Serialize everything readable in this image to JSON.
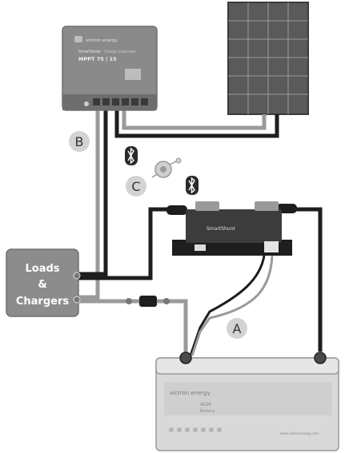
{
  "controller": {
    "brand": "victron energy",
    "model": "MPPT 75 | 15",
    "product_line": "SmartSolar",
    "subtitle": "Charge Controller"
  },
  "loads": {
    "line1": "Loads",
    "line2": "&",
    "line3": "Chargers"
  },
  "labels": {
    "a": "A",
    "b": "B",
    "c": "C"
  },
  "shunt": {
    "name": "SmartShunt"
  },
  "battery": {
    "brand": "victron energy",
    "type_line1": "AGM",
    "type_line2": "Battery",
    "website": "www.victronenergy.com"
  },
  "colors": {
    "device_gray": "#8a8a8a",
    "cable_black": "#1e1e1e",
    "cable_gray": "#9a9a9a",
    "battery_body": "#d9d9d9",
    "label_bg": "#d3d3d3"
  }
}
